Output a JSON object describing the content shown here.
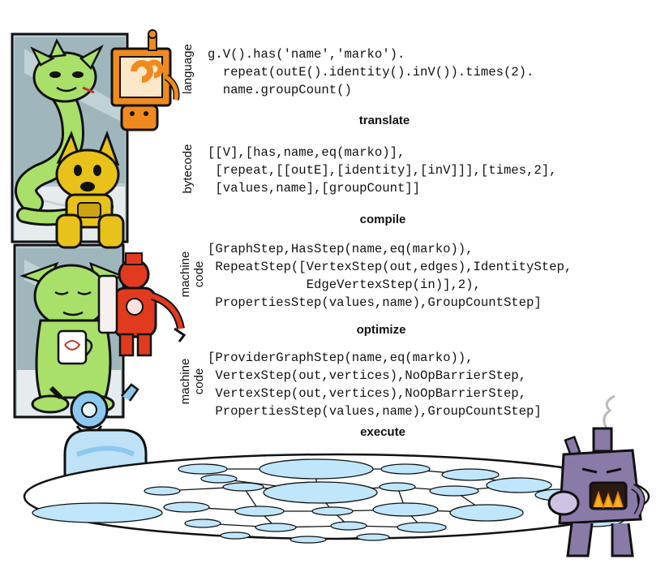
{
  "stages": [
    {
      "label": "language",
      "code": "g.V().has('name','marko').\n  repeat(outE().identity().inV()).times(2).\n  name.groupCount()"
    },
    {
      "label": "bytecode",
      "code": "[[V],[has,name,eq(marko)],\n [repeat,[[outE],[identity],[inV]]],[times,2],\n [values,name],[groupCount]]"
    },
    {
      "label": "machine\ncode",
      "code": "[GraphStep,HasStep(name,eq(marko)),\n RepeatStep([VertexStep(out,edges),IdentityStep,\n             EdgeVertexStep(in)],2),\n PropertiesStep(values,name),GroupCountStep]"
    },
    {
      "label": "machine\ncode",
      "code": "[ProviderGraphStep(name,eq(marko)),\n VertexStep(out,vertices),NoOpBarrierStep,\n VertexStep(out,vertices),NoOpBarrierStep,\n PropertiesStep(values,name),GroupCountStep]"
    }
  ],
  "steps": {
    "translate": "translate",
    "compile": "compile",
    "optimize": "optimize",
    "execute": "execute"
  },
  "colors": {
    "gremlin_green": "#a8e06a",
    "robot_orange": "#f08a1e",
    "dog_yellow": "#e8c21a",
    "robot_red": "#e23a1e",
    "machine_blue": "#8cc8f0",
    "furnace_purple": "#8a7aa8",
    "graph_node": "#bfe6fb"
  }
}
